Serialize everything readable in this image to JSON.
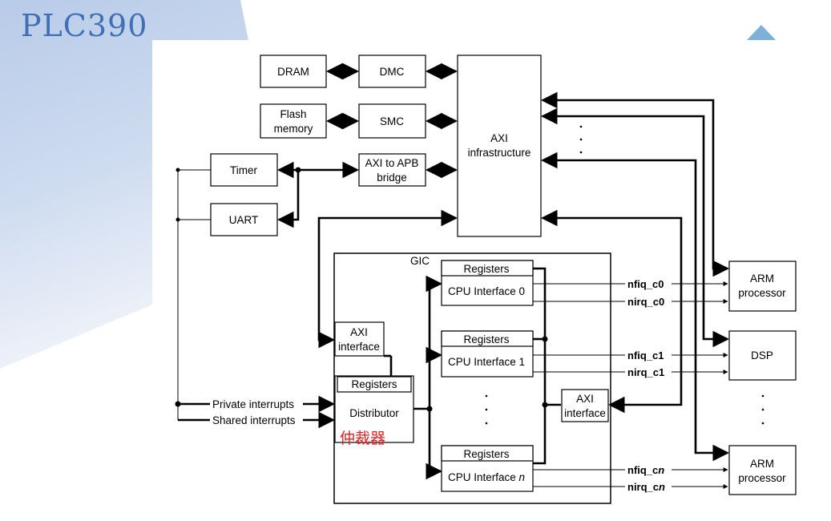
{
  "slide": {
    "title": "PLC390",
    "accent_color": "#3f6fb5",
    "annotation_color": "#e02020"
  },
  "diagram": {
    "blocks": {
      "dram": "DRAM",
      "dmc": "DMC",
      "flash_line1": "Flash",
      "flash_line2": "memory",
      "smc": "SMC",
      "axi_infra_line1": "AXI",
      "axi_infra_line2": "infrastructure",
      "timer": "Timer",
      "axi_apb_line1": "AXI to APB",
      "axi_apb_line2": "bridge",
      "uart": "UART",
      "gic": "GIC",
      "gic_axi_line1": "AXI",
      "gic_axi_line2": "interface",
      "dist_registers": "Registers",
      "distributor": "Distributor",
      "dist_annotation": "仲裁器",
      "registers_0": "Registers",
      "cpu_interface_0": "CPU Interface 0",
      "registers_1": "Registers",
      "cpu_interface_1": "CPU Interface 1",
      "registers_n": "Registers",
      "cpu_interface_n_prefix": "CPU Interface ",
      "cpu_interface_n_suffix": "n",
      "axi_right_line1": "AXI",
      "axi_right_line2": "interface",
      "arm0_line1": "ARM",
      "arm0_line2": "processor",
      "dsp": "DSP",
      "armn_line1": "ARM",
      "armn_line2": "processor"
    },
    "inputs": {
      "private_interrupts": "Private interrupts",
      "shared_interrupts": "Shared interrupts"
    },
    "signals": {
      "nfiq_c0": "nfiq_c0",
      "nirq_c0": "nirq_c0",
      "nfiq_c1": "nfiq_c1",
      "nirq_c1": "nirq_c1",
      "nfiq_cn_prefix": "nfiq_c",
      "nirq_cn_prefix": "nirq_c",
      "cn_suffix": "n"
    }
  }
}
